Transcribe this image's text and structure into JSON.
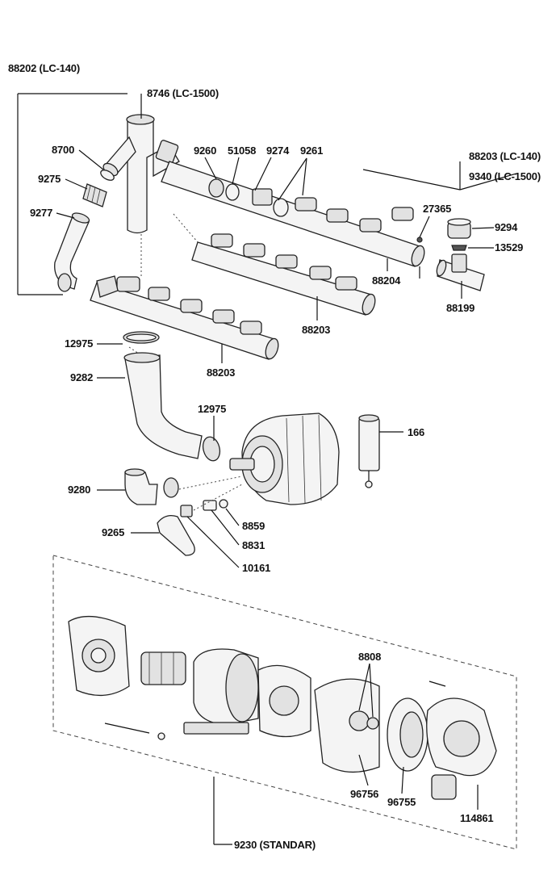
{
  "labels": {
    "l88202": "88202 (LC-140)",
    "l8746": "8746 (LC-1500)",
    "l8700": "8700",
    "l9275": "9275",
    "l9277": "9277",
    "l9260": "9260",
    "l51058": "51058",
    "l9274": "9274",
    "l9261": "9261",
    "l88203a": "88203 (LC-140)",
    "l9340": "9340 (LC-1500)",
    "l27365": "27365",
    "l9294": "9294",
    "l13529": "13529",
    "l88204": "88204",
    "l88199": "88199",
    "l88203b": "88203",
    "l12975a": "12975",
    "l88203c": "88203",
    "l9282": "9282",
    "l12975b": "12975",
    "l166": "166",
    "l9280": "9280",
    "l8859": "8859",
    "l9265": "9265",
    "l8831": "8831",
    "l10161": "10161",
    "l8808": "8808",
    "l96756": "96756",
    "l96755": "96755",
    "l114861": "114861",
    "l9230": "9230 (STANDAR)"
  }
}
